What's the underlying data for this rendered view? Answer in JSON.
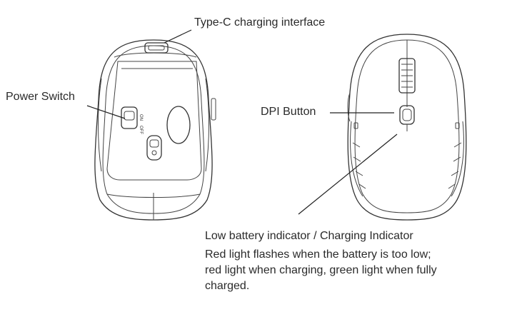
{
  "labels": {
    "typec": "Type-C charging interface",
    "power_switch": "Power Switch",
    "dpi_button": "DPI Button",
    "indicator_title": "Low battery indicator / Charging Indicator",
    "indicator_lines": [
      "Red light flashes when the battery is too low;",
      "red light when charging, green light when fully",
      "charged."
    ]
  },
  "switch": {
    "on": "ON",
    "off": "OFF"
  },
  "colors": {
    "line": "#222222",
    "text": "#2a2a2a",
    "background": "#ffffff"
  }
}
